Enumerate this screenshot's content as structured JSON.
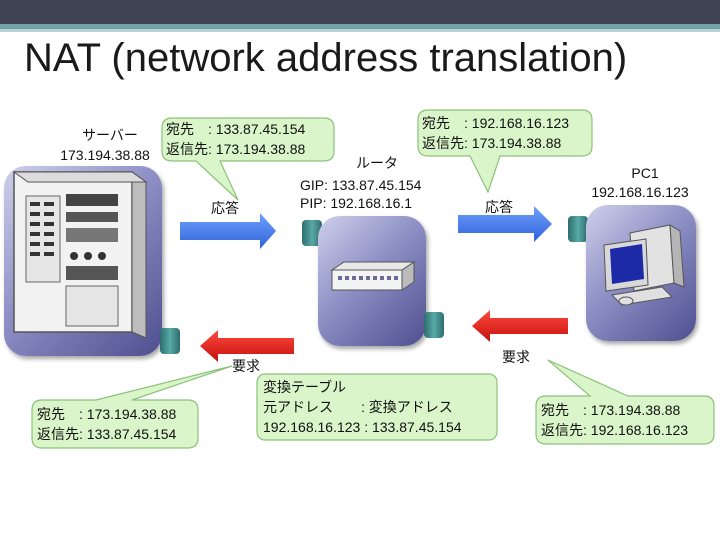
{
  "title": "NAT (network address translation)",
  "server": {
    "name": "サーバー",
    "ip": "173.194.38.88"
  },
  "router": {
    "name": "ルータ",
    "gip": "GIP: 133.87.45.154",
    "pip": "PIP: 192.168.16.1"
  },
  "pc": {
    "name": "PC1",
    "ip": "192.168.16.123"
  },
  "arrows": {
    "response_left": "応答",
    "response_right": "応答",
    "request_left": "要求",
    "request_right": "要求"
  },
  "bubbles": {
    "top_left": {
      "line1": "宛先　: 133.87.45.154",
      "line2": "返信先: 173.194.38.88"
    },
    "top_right": {
      "line1": "宛先　: 192.168.16.123",
      "line2": "返信先: 173.194.38.88"
    },
    "bottom_left": {
      "line1": "宛先　: 173.194.38.88",
      "line2": "返信先: 133.87.45.154"
    },
    "bottom_right": {
      "line1": "宛先　: 173.194.38.88",
      "line2": "返信先: 192.168.16.123"
    },
    "table": {
      "line1": "変換テーブル",
      "line2": "元アドレス　　: 変換アドレス",
      "line3": "192.168.16.123 : 133.87.45.154"
    }
  },
  "colors": {
    "bubble_fill": "#d9f5c9",
    "bubble_stroke": "#8cc27a",
    "arrow_blue": "#3f7df0",
    "arrow_red": "#e0201c",
    "device": "#8d8fc5"
  }
}
